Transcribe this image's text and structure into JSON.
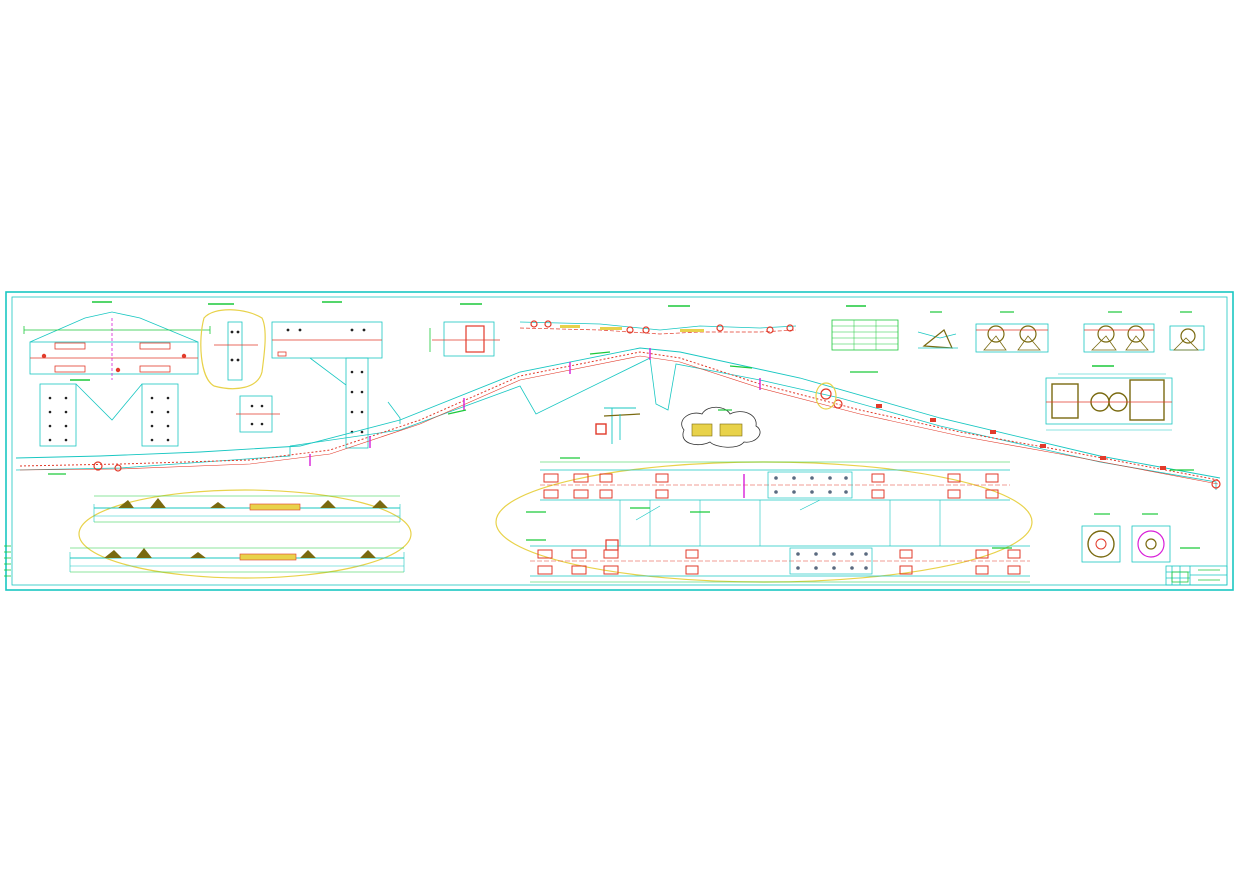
{
  "drawing": {
    "colors": {
      "line": "#19c7c2",
      "detail": "#e23a2a",
      "note": "#1cc93a",
      "highlight": "#e8d24a",
      "accent": "#d81fd8",
      "olive": "#7a6a10",
      "ink": "#222222"
    },
    "views": [
      "transfer-tower-detail-1",
      "transfer-tower-detail-2",
      "transfer-tower-detail-3",
      "drive-section",
      "idler-strip",
      "main-conveyor-profile",
      "lower-profile-elevation",
      "plan-view",
      "pulley-detail-row",
      "drive-unit",
      "pulley-sections",
      "title-block"
    ]
  }
}
